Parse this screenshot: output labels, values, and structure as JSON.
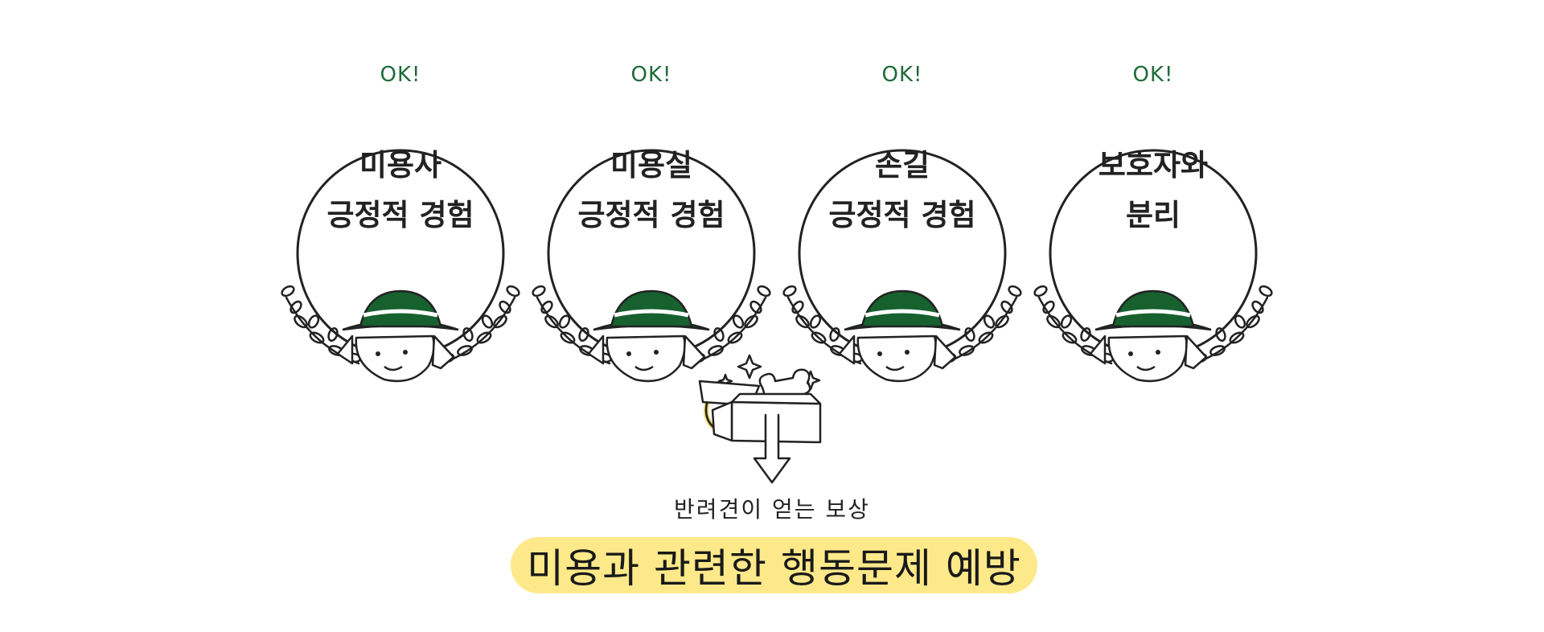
{
  "badges": [
    {
      "ok": "OK!",
      "line1": "미용사",
      "line2": "긍정적 경험"
    },
    {
      "ok": "OK!",
      "line1": "미용실",
      "line2": "긍정적 경험"
    },
    {
      "ok": "OK!",
      "line1": "손길",
      "line2": "긍정적 경험"
    },
    {
      "ok": "OK!",
      "line1": "보호자와",
      "line2": "분리"
    }
  ],
  "reward": {
    "label": "반려견이 얻는 보상"
  },
  "footer": {
    "text": "미용과 관련한 행동문제 예방"
  },
  "colors": {
    "ok_green": "#1e6b3a",
    "hat_green": "#17612f",
    "highlight": "#fde98a",
    "line": "#222222"
  },
  "icons": [
    "laurel-branch-icon",
    "dog-face-icon",
    "green-hat-icon",
    "treasure-box-icon",
    "bone-icon",
    "ball-icon",
    "sparkle-icon",
    "down-arrow-icon"
  ]
}
